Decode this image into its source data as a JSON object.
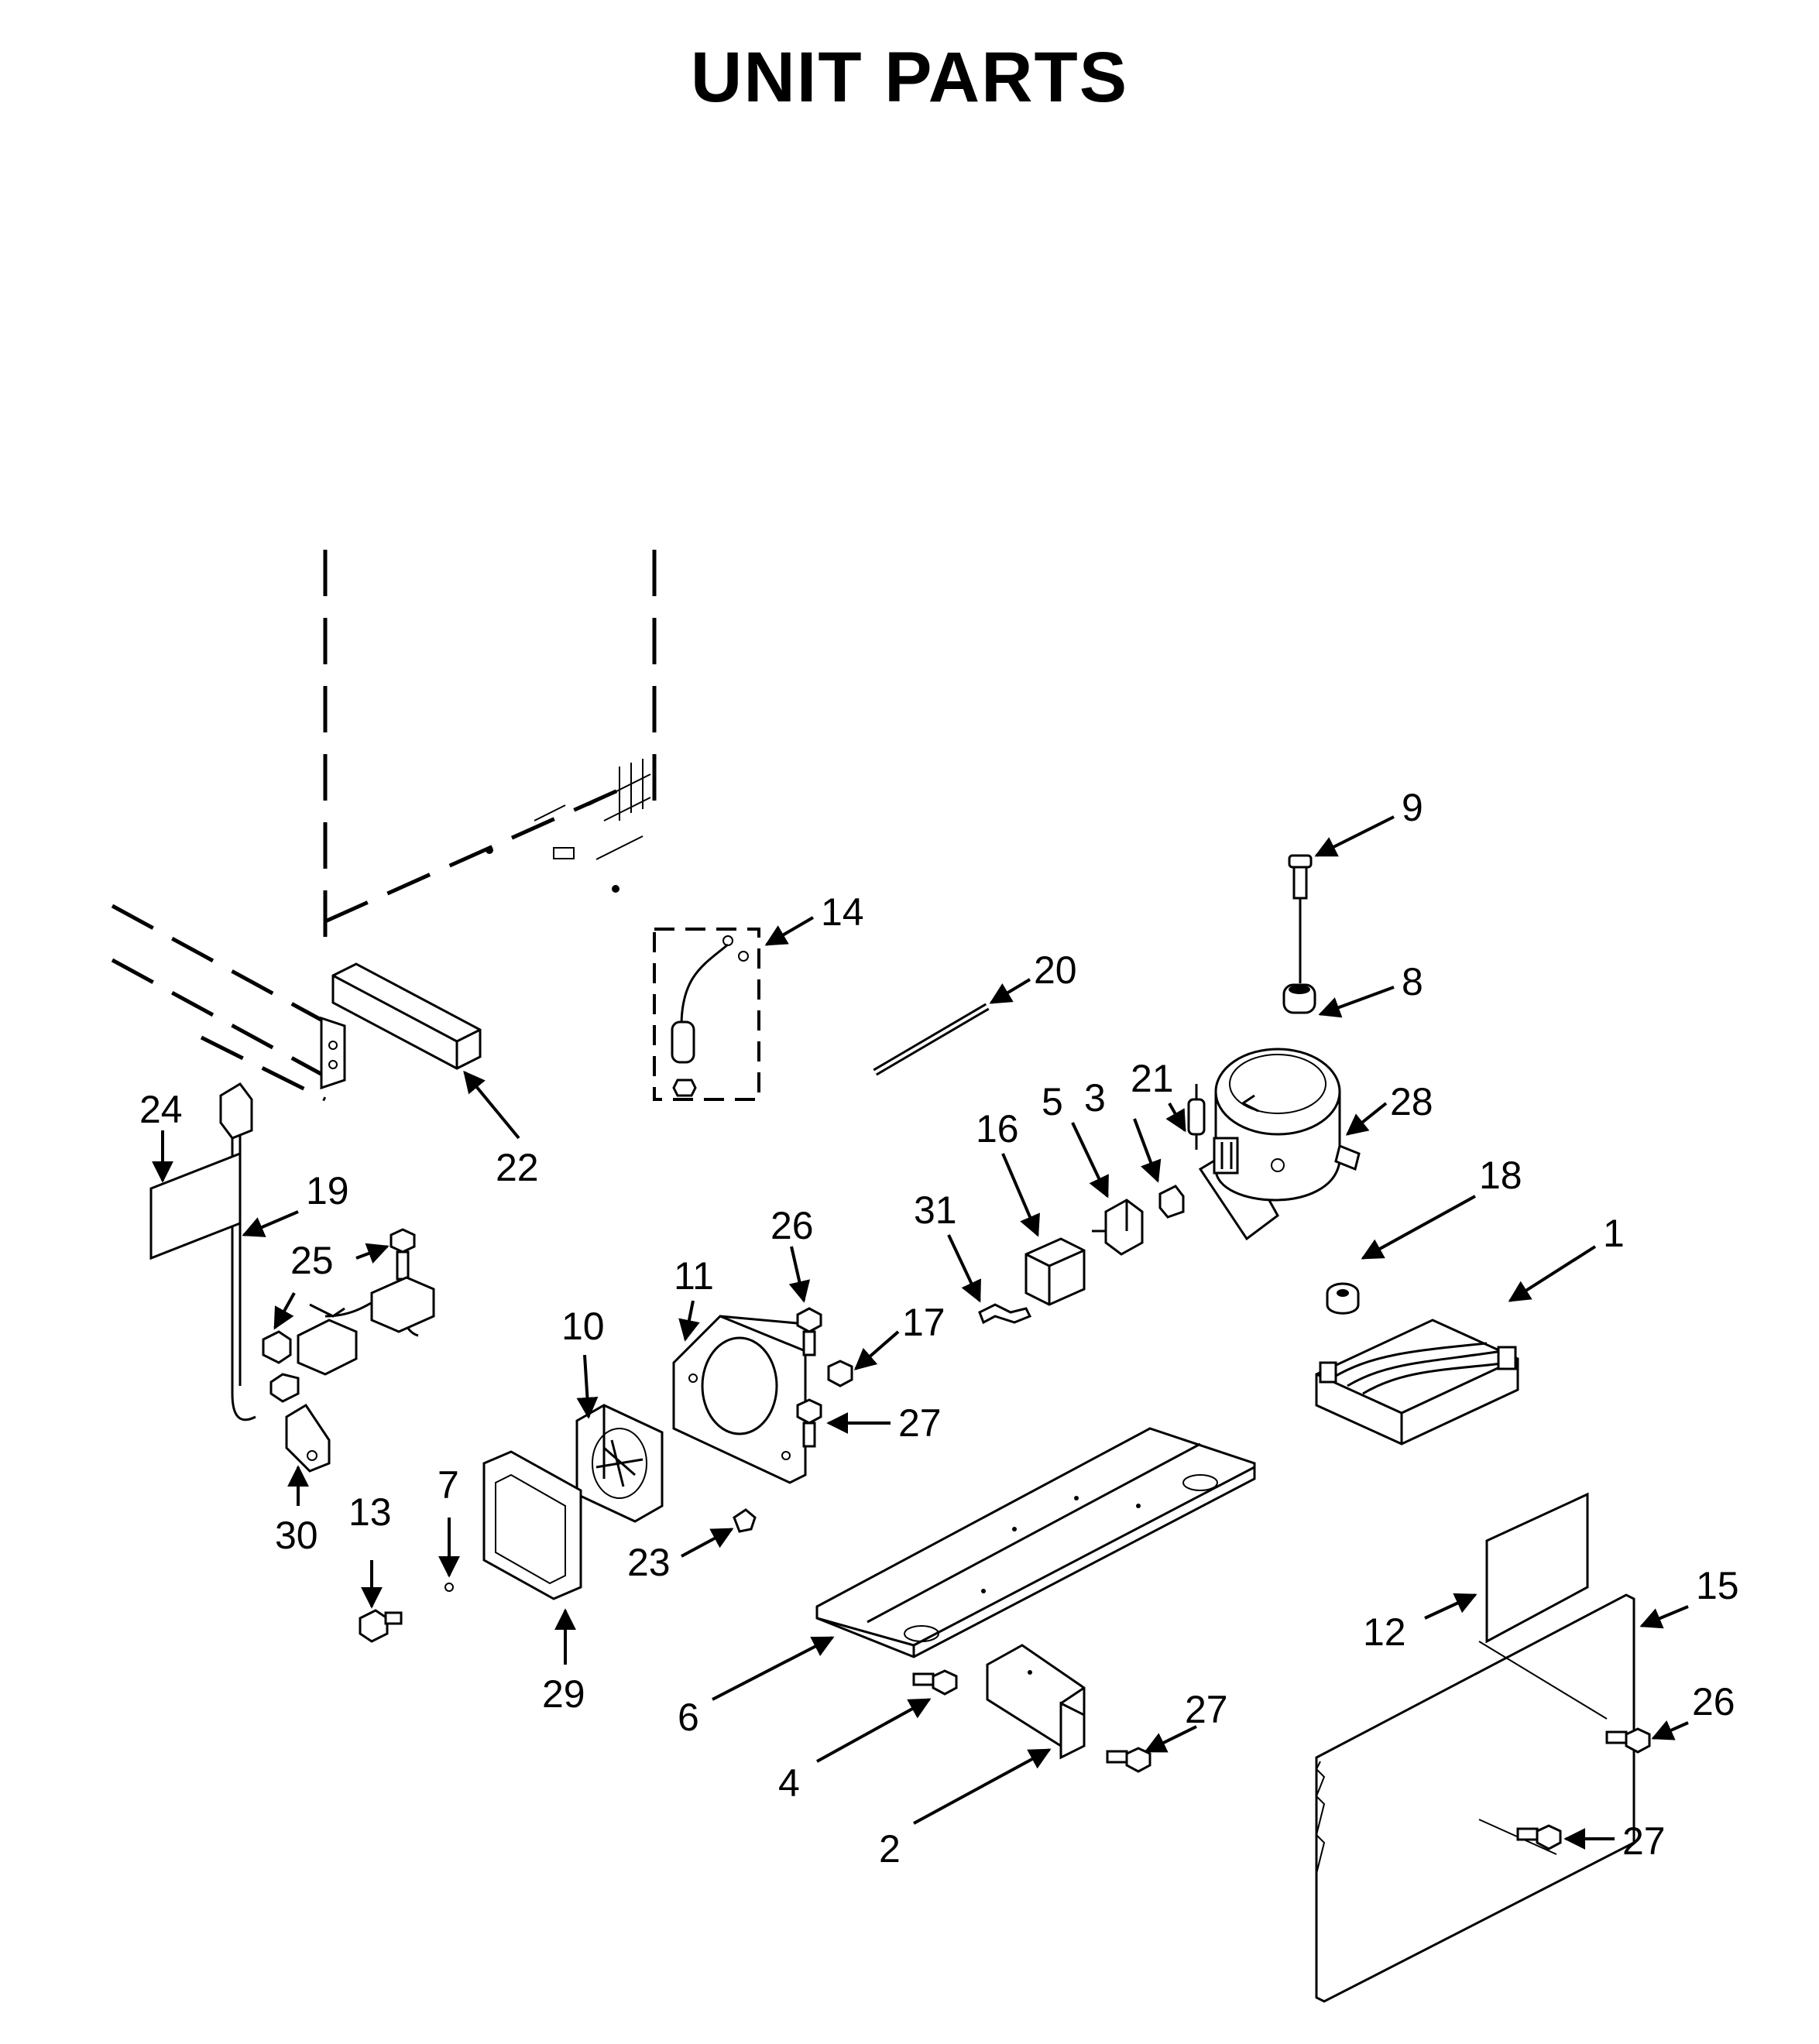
{
  "title": "UNIT PARTS",
  "callouts": {
    "c1": "1",
    "c2": "2",
    "c3": "3",
    "c4": "4",
    "c5": "5",
    "c6": "6",
    "c7": "7",
    "c8": "8",
    "c9": "9",
    "c10": "10",
    "c11": "11",
    "c12": "12",
    "c13": "13",
    "c14": "14",
    "c15": "15",
    "c16": "16",
    "c17": "17",
    "c18": "18",
    "c19": "19",
    "c20": "20",
    "c21": "21",
    "c22": "22",
    "c23": "23",
    "c24": "24",
    "c25": "25",
    "c26a": "26",
    "c26b": "26",
    "c27a": "27",
    "c27b": "27",
    "c27c": "27",
    "c28": "28",
    "c29": "29",
    "c30": "30",
    "c31": "31"
  }
}
